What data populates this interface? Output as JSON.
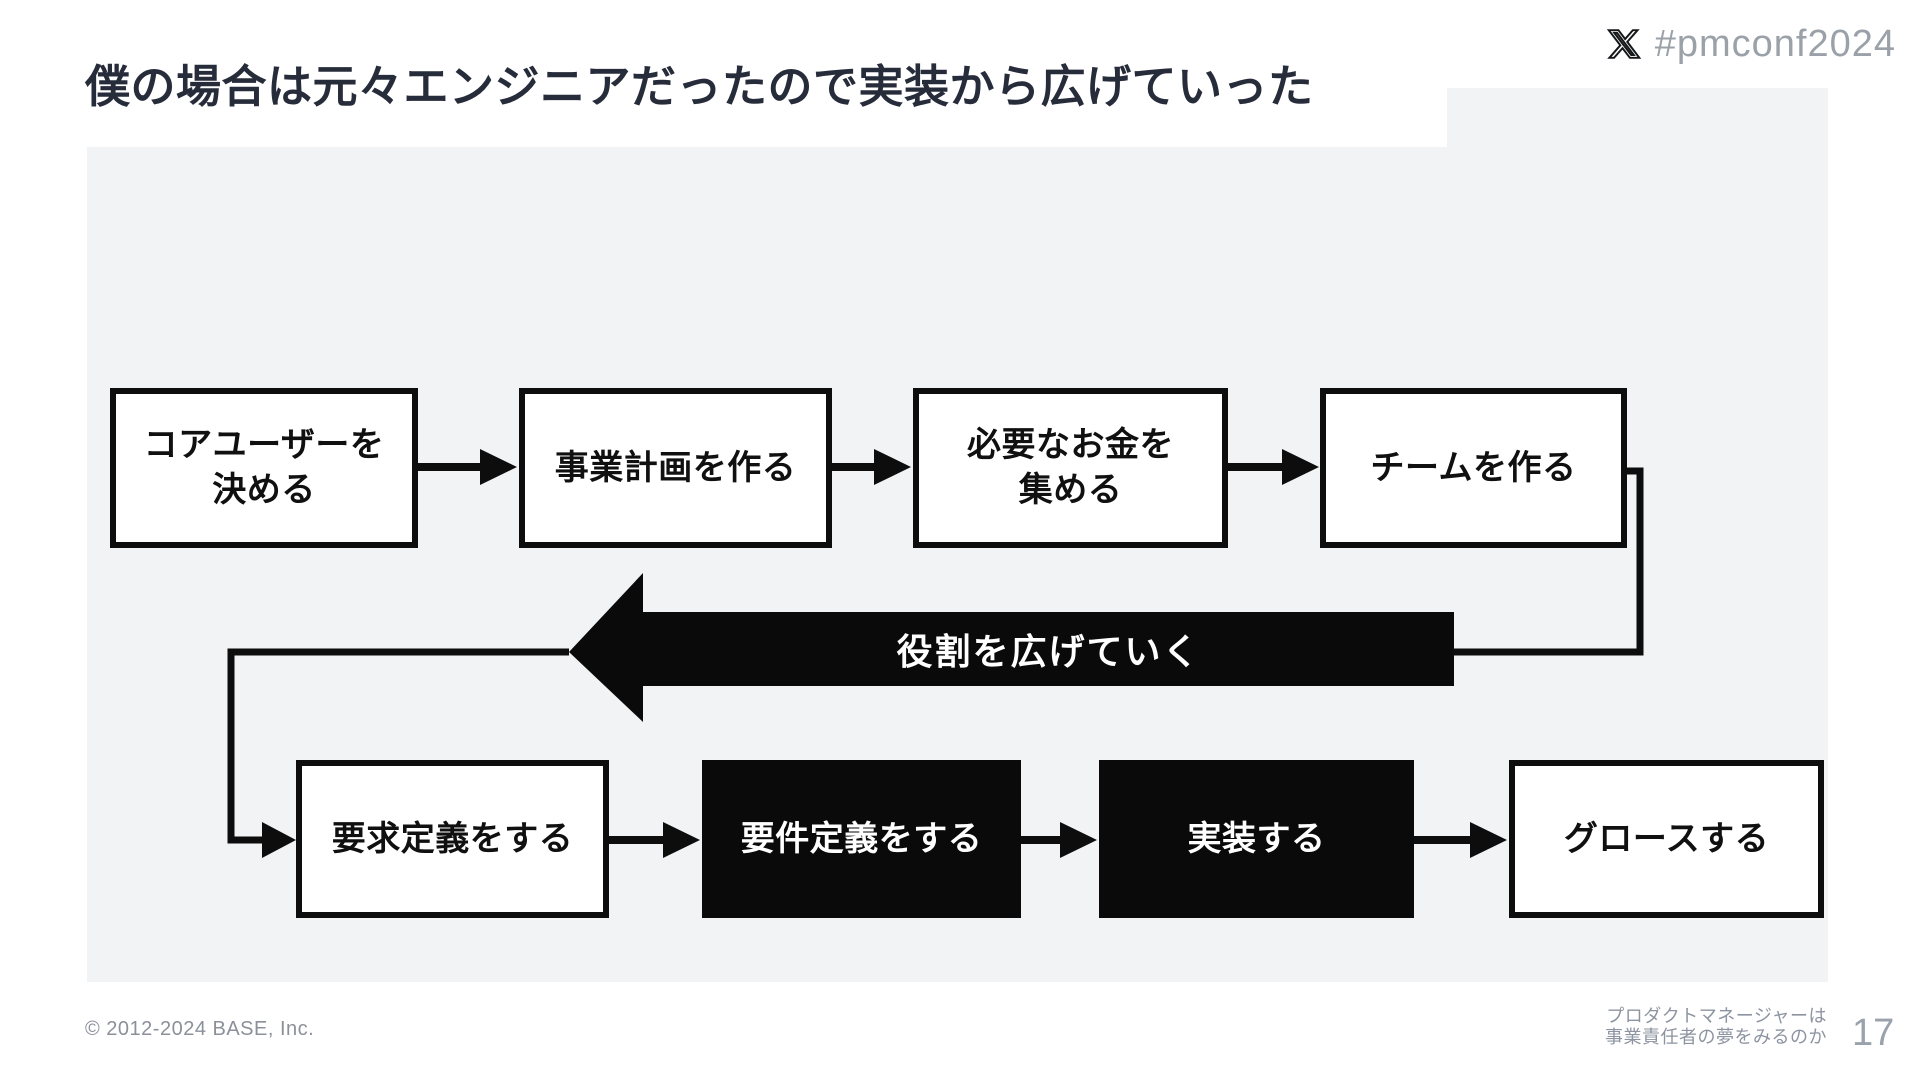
{
  "header": {
    "title": "僕の場合は元々エンジニアだったので実装から広げていった",
    "hashtag": "#pmconf2024"
  },
  "diagram": {
    "top_row": [
      {
        "label": "コアユーザーを\n決める",
        "style": "outline"
      },
      {
        "label": "事業計画を作る",
        "style": "outline"
      },
      {
        "label": "必要なお金を\n集める",
        "style": "outline"
      },
      {
        "label": "チームを作る",
        "style": "outline"
      }
    ],
    "back_arrow_label": "役割を広げていく",
    "bottom_row": [
      {
        "label": "要求定義をする",
        "style": "outline"
      },
      {
        "label": "要件定義をする",
        "style": "filled"
      },
      {
        "label": "実装する",
        "style": "filled"
      },
      {
        "label": "グロースする",
        "style": "outline"
      }
    ]
  },
  "footer": {
    "copyright": "© 2012-2024 BASE, Inc.",
    "deck_title": "プロダクトマネージャーは\n事業責任者の夢をみるのか",
    "page_number": "17"
  },
  "colors": {
    "panel_bg": "#f2f3f4",
    "title_text": "#272c3a",
    "node_border": "#0d0d0d",
    "node_filled_bg": "#0a0a0a",
    "node_text_on_filled": "#ffffff",
    "hashtag_text": "#9aa1a8",
    "footer_text": "#8b9099",
    "footer_deck_text": "#8d94a1",
    "page_number_text": "#9aa2ac"
  }
}
